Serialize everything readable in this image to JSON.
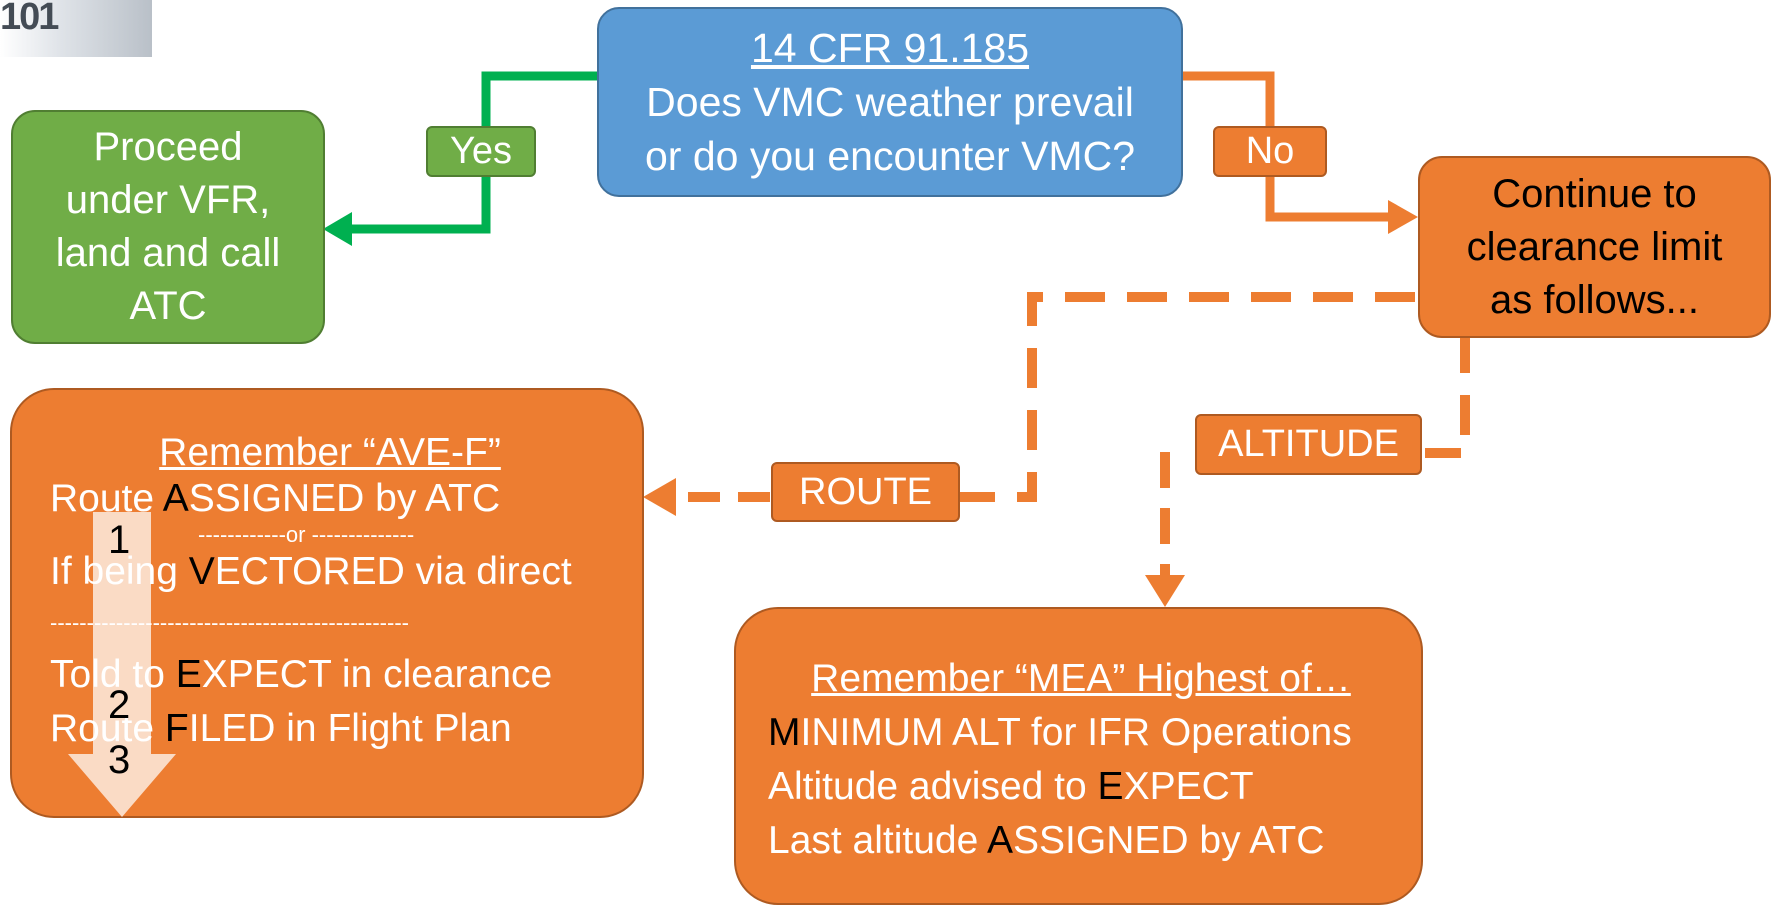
{
  "logo": {
    "text": "101"
  },
  "decision": {
    "title": "14 CFR 91.185",
    "line1": "Does VMC weather prevail",
    "line2": "or do you encounter VMC?"
  },
  "yes_label": "Yes",
  "no_label": "No",
  "vfr_box": {
    "line1": "Proceed",
    "line2": "under VFR,",
    "line3": "land and call",
    "line4": "ATC"
  },
  "continue_box": {
    "line1": "Continue to",
    "line2": "clearance limit",
    "line3": "as follows..."
  },
  "route_label": "ROUTE",
  "altitude_label": "ALTITUDE",
  "avef": {
    "title": "Remember “AVE-F”",
    "l1_a": "Route ",
    "l1_k": "A",
    "l1_b": "SSIGNED by ATC",
    "or_line": "------------or --------------",
    "l2_a": "If being ",
    "l2_k": "V",
    "l2_b": "ECTORED via direct",
    "divider": "-------------------------------------------------",
    "l3_a": "Told to ",
    "l3_k": "E",
    "l3_b": "XPECT in clearance",
    "l4_a": "Route ",
    "l4_k": "F",
    "l4_b": "ILED in Flight Plan",
    "step1": "1",
    "step2": "2",
    "step3": "3"
  },
  "mea": {
    "title": "Remember “MEA” Highest of…",
    "l1_k": "M",
    "l1_b": "INIMUM ALT for IFR Operations",
    "l2_a": "Altitude advised to ",
    "l2_k": "E",
    "l2_b": "XPECT",
    "l3_a": "Last altitude ",
    "l3_k": "A",
    "l3_b": "SSIGNED by ATC"
  },
  "colors": {
    "blue": "#5b9bd5",
    "green": "#70ad47",
    "orange": "#ed7d31",
    "green_line": "#00b050"
  }
}
